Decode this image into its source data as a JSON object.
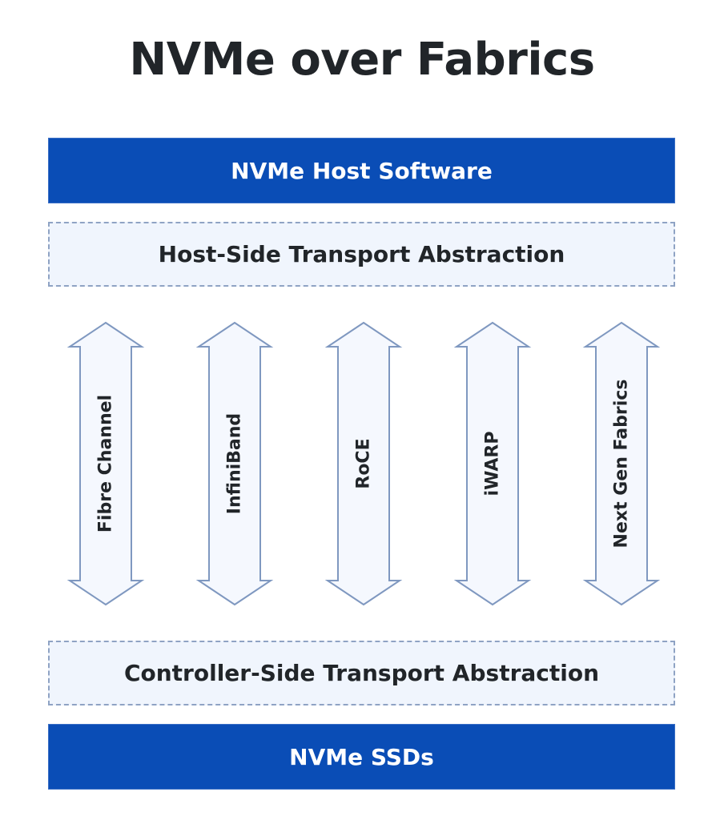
{
  "title": "NVMe over Fabrics",
  "layers": {
    "host_software": "NVMe Host Software",
    "host_transport": "Host-Side Transport Abstraction",
    "controller_transport": "Controller-Side Transport Abstraction",
    "ssds": "NVMe SSDs"
  },
  "fabrics": [
    {
      "label": "Fibre Channel",
      "icon": "double-arrow-icon"
    },
    {
      "label": "InfiniBand",
      "icon": "double-arrow-icon"
    },
    {
      "label": "RoCE",
      "icon": "double-arrow-icon"
    },
    {
      "label": "iWARP",
      "icon": "double-arrow-icon"
    },
    {
      "label": "Next Gen Fabrics",
      "icon": "double-arrow-icon"
    }
  ],
  "colors": {
    "solid_fill": "#0a4db6",
    "dashed_fill": "#f0f5fd",
    "arrow_fill": "#f5f8fe",
    "arrow_stroke": "#7f98c0",
    "text": "#212529"
  }
}
